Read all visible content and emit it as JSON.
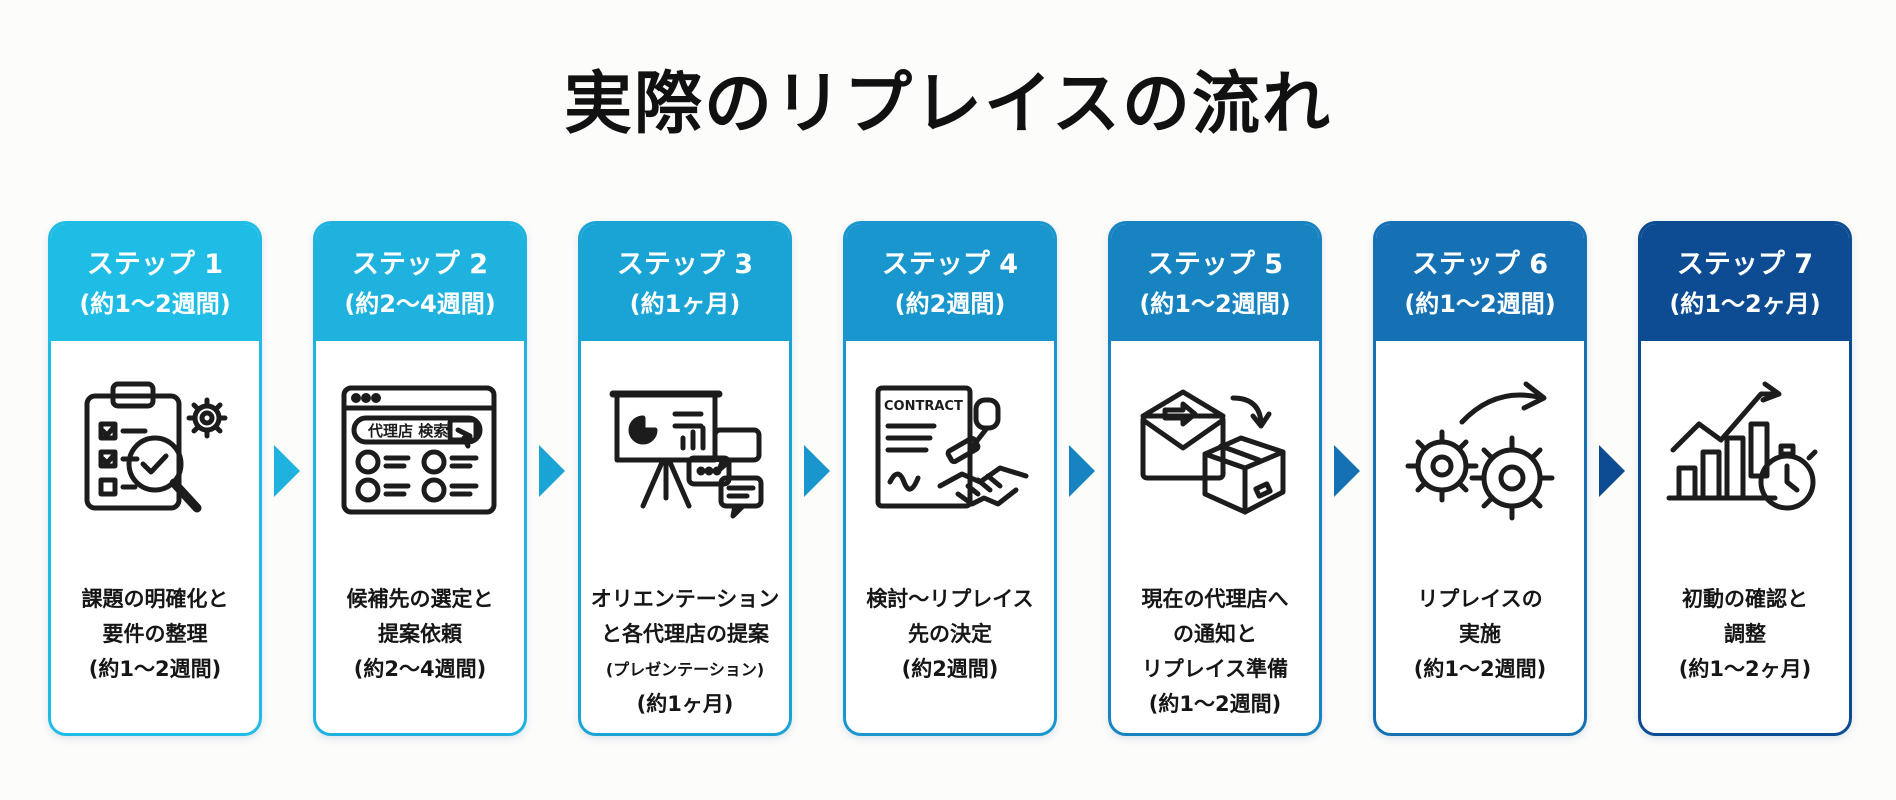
{
  "title": "実際のリプレイスの流れ",
  "colors": [
    "#1fbde6",
    "#1fb2df",
    "#1aa4d6",
    "#1996cd",
    "#1784c1",
    "#1570b4",
    "#0d4c92"
  ],
  "steps": [
    {
      "label": "ステップ 1",
      "duration": "(約1～2週間)",
      "icon": "clipboard-checklist-magnifier-gear-icon",
      "lines": [
        "課題の明確化と",
        "要件の整理",
        "(約1～2週間)"
      ]
    },
    {
      "label": "ステップ 2",
      "duration": "(約2～4週間)",
      "icon": "browser-search-people-list-icon",
      "search_text": "代理店 検索",
      "lines": [
        "候補先の選定と",
        "提案依頼",
        "(約2～4週間)"
      ]
    },
    {
      "label": "ステップ 3",
      "duration": "(約1ヶ月)",
      "icon": "presentation-board-chat-bubbles-icon",
      "lines": [
        "オリエンテーション",
        "と各代理店の提案",
        "(プレゼンテーション)",
        "(約1ヶ月)"
      ]
    },
    {
      "label": "ステップ 4",
      "duration": "(約2週間)",
      "icon": "contract-stamp-handshake-icon",
      "contract_text": "CONTRACT",
      "lines": [
        "検討～リプレイス",
        "先の決定",
        "(約2週間)"
      ]
    },
    {
      "label": "ステップ 5",
      "duration": "(約1～2週間)",
      "icon": "envelope-arrow-box-icon",
      "lines": [
        "現在の代理店へ",
        "の通知と",
        "リプレイス準備",
        "(約1～2週間)"
      ]
    },
    {
      "label": "ステップ 6",
      "duration": "(約1～2週間)",
      "icon": "gears-arrow-icon",
      "lines": [
        "リプレイスの",
        "実施",
        "(約1～2週間)"
      ]
    },
    {
      "label": "ステップ 7",
      "duration": "(約1～2ヶ月)",
      "icon": "growth-chart-stopwatch-icon",
      "lines": [
        "初動の確認と",
        "調整",
        "(約1～2ヶ月)"
      ]
    }
  ]
}
